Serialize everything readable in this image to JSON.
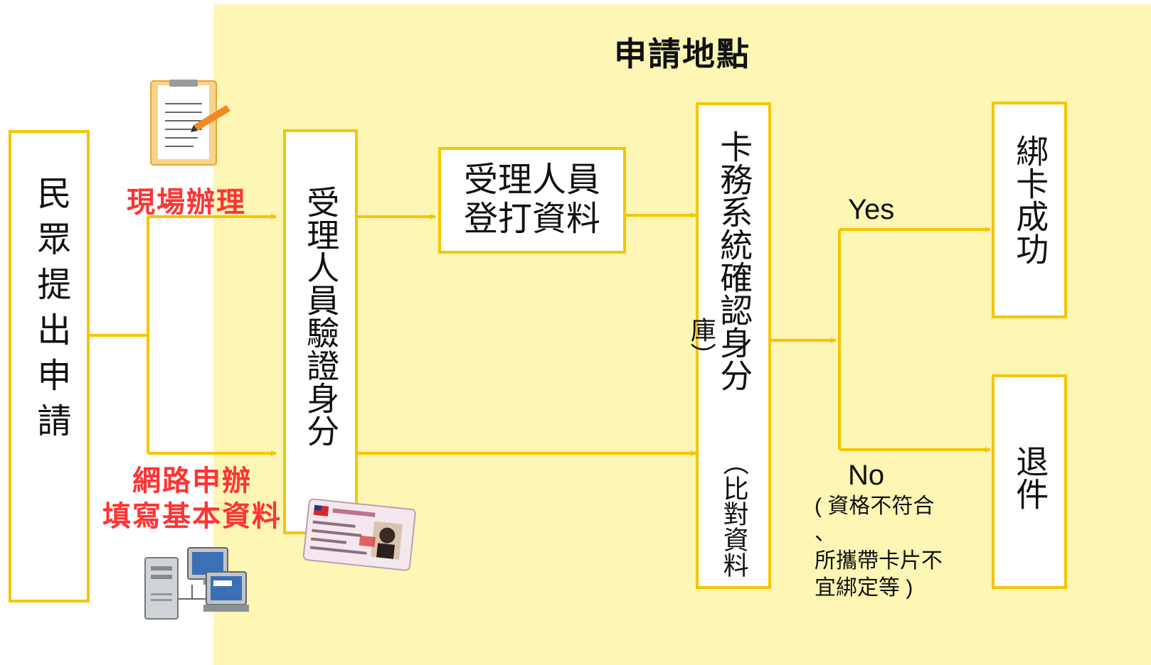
{
  "region": {
    "title": "申請地點"
  },
  "boxes": {
    "apply": "民眾提出申請",
    "verify": "受理人員驗證身分",
    "enter": "受理人員\n登打資料",
    "system_main": "卡務系統確認身分",
    "system_paren_a": "（比對資料",
    "system_paren_b": "庫）",
    "success": "綁卡成功",
    "return": "退件"
  },
  "labels": {
    "onsite": "現場辦理",
    "online": "網路申辦\n填寫基本資料",
    "yes": "Yes",
    "no": "No",
    "no_reason": "( 資格不符合\n、\n所攜帶卡片不\n宜綁定等 )"
  },
  "colors": {
    "accent": "#f5c500",
    "region_bg": "#fdf6b4",
    "red_label": "#ff3333"
  },
  "icons": [
    "clipboard-icon",
    "id-card-icon",
    "computer-icon"
  ]
}
